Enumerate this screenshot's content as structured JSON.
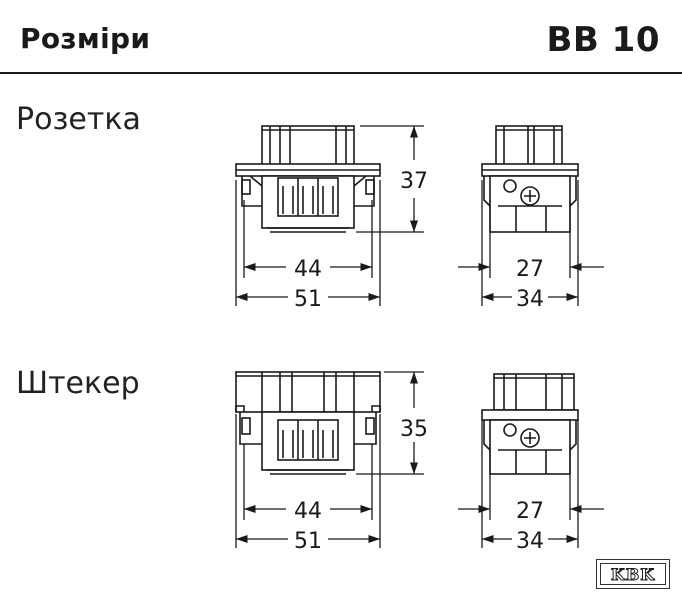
{
  "header": {
    "title": "Розміри",
    "model": "BB 10"
  },
  "sections": {
    "socket": {
      "label": "Розетка",
      "height": "37",
      "inner_width": "44",
      "outer_width": "51",
      "side_inner": "27",
      "side_outer": "34"
    },
    "plug": {
      "label": "Штекер",
      "height": "35",
      "inner_width": "44",
      "outer_width": "51",
      "side_inner": "27",
      "side_outer": "34"
    }
  },
  "logo": {
    "text": "KBK"
  },
  "colors": {
    "ink": "#1a1a1a",
    "background": "#ffffff"
  }
}
